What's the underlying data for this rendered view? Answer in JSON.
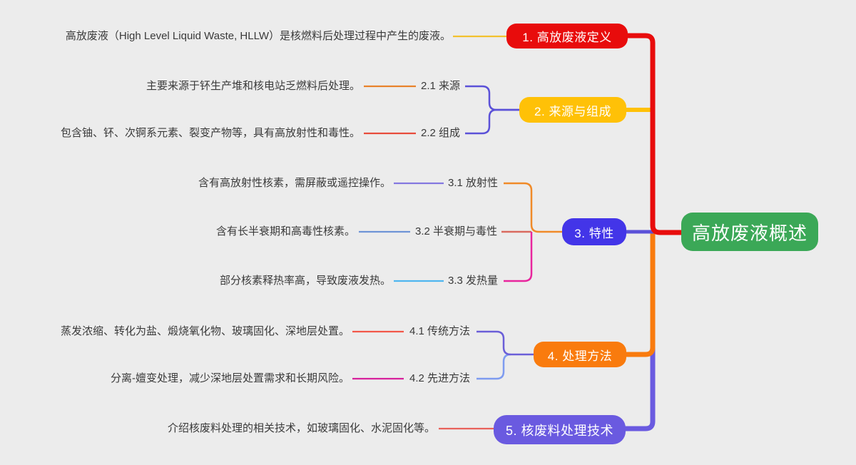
{
  "root": {
    "label": "高放废液概述",
    "color": "#3BA857"
  },
  "branches": [
    {
      "label": "1. 高放废液定义",
      "color": "#E80C0C",
      "leaf": "高放废液（High Level Liquid Waste, HLLW）是核燃料后处理过程中产生的废液。",
      "leaf_connector_color": "#F2C12E"
    },
    {
      "label": "2. 来源与组成",
      "color": "#FFC107",
      "bracket_color": "#5B51D8",
      "children": [
        {
          "label": "2.1 来源",
          "leaf": "主要来源于钚生产堆和核电站乏燃料后处理。",
          "connector_color": "#E8822B"
        },
        {
          "label": "2.2 组成",
          "leaf": "包含铀、钚、次锕系元素、裂变产物等，具有高放射性和毒性。",
          "connector_color": "#E74C3C"
        }
      ]
    },
    {
      "label": "3. 特性",
      "color": "#4335E8",
      "bracket_color_top": "#F08A28",
      "bracket_color_bottom": "#E8259D",
      "children": [
        {
          "label": "3.1 放射性",
          "leaf": "含有高放射性核素，需屏蔽或遥控操作。",
          "connector_color": "#8478E0"
        },
        {
          "label": "3.2 半衰期与毒性",
          "leaf": "含有长半衰期和高毒性核素。",
          "connector_color": "#6E94D6"
        },
        {
          "label": "3.3 发热量",
          "leaf": "部分核素释热率高，导致废液发热。",
          "connector_color": "#4FB6F0"
        }
      ]
    },
    {
      "label": "4. 处理方法",
      "color": "#F97B0E",
      "bracket_color_top": "#6A5ED8",
      "bracket_color_bottom": "#7E9BF0",
      "children": [
        {
          "label": "4.1 传统方法",
          "leaf": "蒸发浓缩、转化为盐、煅烧氧化物、玻璃固化、深地层处置。",
          "connector_color": "#F25749"
        },
        {
          "label": "4.2 先进方法",
          "leaf": "分离-嬗变处理，减少深地层处置需求和长期风险。",
          "connector_color": "#D6219C"
        }
      ]
    },
    {
      "label": "5. 核废料处理技术",
      "color": "#6A5AE0",
      "leaf": "介绍核废料处理的相关技术，如玻璃固化、水泥固化等。",
      "leaf_connector_color": "#E8625A"
    }
  ],
  "trunk_colors": {
    "branch1": "#E80C0C",
    "branch2": "#FFC107",
    "branch3": "#5B51D8",
    "branch4": "#F97B0E",
    "branch5": "#6A5AE0"
  },
  "background_color": "#ECECEC"
}
